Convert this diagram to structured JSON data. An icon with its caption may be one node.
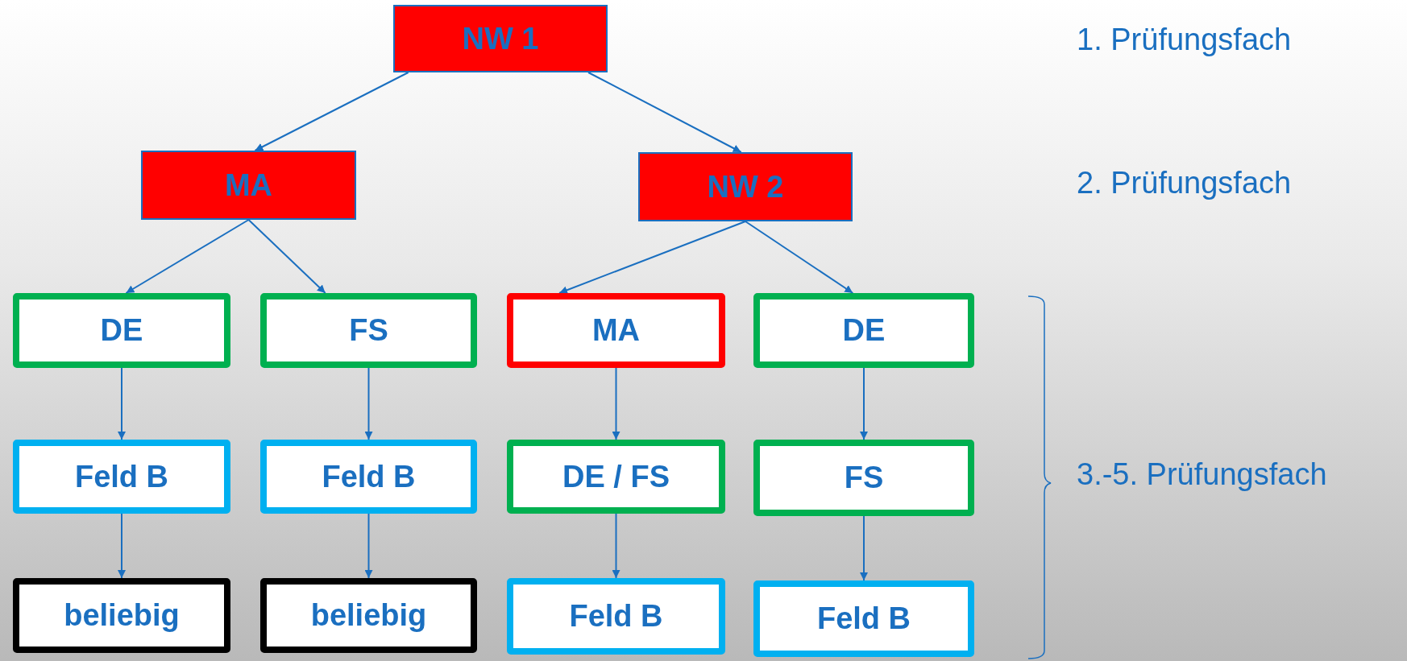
{
  "diagram": {
    "nodes": [
      {
        "text": [
          "NW 1"
        ]
      },
      {
        "text": [
          "MA"
        ]
      },
      {
        "text": [
          "NW 2"
        ]
      },
      {
        "text": [
          "DE"
        ]
      },
      {
        "text": [
          "FS"
        ]
      },
      {
        "text": [
          "MA"
        ]
      },
      {
        "text": [
          "DE"
        ]
      },
      {
        "text": [
          "Feld B"
        ]
      },
      {
        "text": [
          "Feld B"
        ]
      },
      {
        "text": [
          "DE / FS"
        ]
      },
      {
        "text": [
          "FS"
        ]
      },
      {
        "text": [
          "beliebig"
        ]
      },
      {
        "text": [
          "beliebig"
        ]
      },
      {
        "text": [
          "Feld B"
        ]
      },
      {
        "text": [
          "Feld B"
        ]
      }
    ],
    "edges": [
      {
        "from": 0,
        "to": 1,
        "arrow": "to"
      },
      {
        "from": 0,
        "to": 2,
        "arrow": "to"
      },
      {
        "from": 1,
        "to": 3,
        "arrow": "to"
      },
      {
        "from": 1,
        "to": 4,
        "arrow": "to"
      },
      {
        "from": 2,
        "to": 5,
        "arrow": "to"
      },
      {
        "from": 2,
        "to": 6,
        "arrow": "to"
      },
      {
        "from": 3,
        "to": 7,
        "arrow": "to"
      },
      {
        "from": 4,
        "to": 8,
        "arrow": "to"
      },
      {
        "from": 5,
        "to": 9,
        "arrow": "to"
      },
      {
        "from": 6,
        "to": 10,
        "arrow": "to"
      },
      {
        "from": 7,
        "to": 11,
        "arrow": "to"
      },
      {
        "from": 8,
        "to": 12,
        "arrow": "to"
      },
      {
        "from": 9,
        "to": 13,
        "arrow": "to"
      },
      {
        "from": 10,
        "to": 14,
        "arrow": "to"
      }
    ],
    "labels": [
      "1. Prüfungsfach",
      "2. Prüfungsfach",
      "3.-5. Prüfungsfach"
    ]
  }
}
